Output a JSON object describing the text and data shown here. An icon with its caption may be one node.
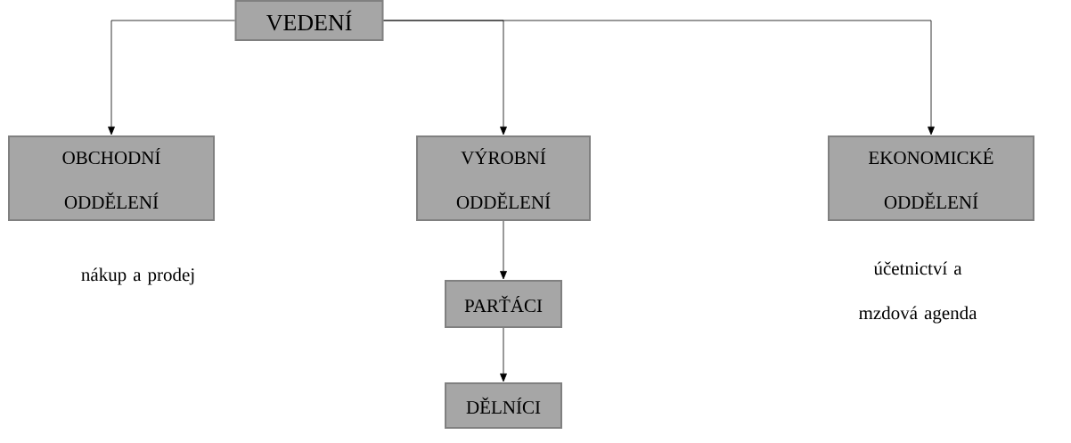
{
  "diagram": {
    "nodes": [
      {
        "text": [
          "VEDENÍ"
        ]
      },
      {
        "text": [
          "OBCHODNÍ ODDĚLENÍ"
        ]
      },
      {
        "text": [
          "VÝROBNÍ ODDĚLENÍ"
        ]
      },
      {
        "text": [
          "EKONOMICKÉ ODDĚLENÍ"
        ]
      },
      {
        "text": [
          "PARŤÁCI"
        ]
      },
      {
        "text": [
          "DĚLNÍCI"
        ]
      }
    ],
    "edges": [
      {
        "from": 0,
        "to": 1,
        "arrow": "to"
      },
      {
        "from": 0,
        "to": 2,
        "arrow": "to"
      },
      {
        "from": 0,
        "to": 3,
        "arrow": "to"
      },
      {
        "from": 2,
        "to": 4,
        "arrow": "to"
      },
      {
        "from": 4,
        "to": 5,
        "arrow": "to"
      }
    ],
    "labels": [
      "nákup a prodej",
      "účetnictví a mzdová agenda"
    ]
  }
}
